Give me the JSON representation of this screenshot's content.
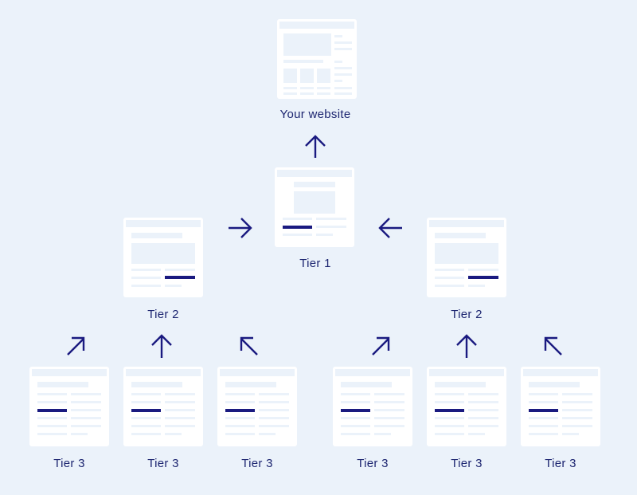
{
  "colors": {
    "background": "#ebf2fa",
    "card": "#ffffff",
    "placeholder": "#ebf2fa",
    "accent": "#1a1a80",
    "label_text": "#1c2570"
  },
  "nodes": {
    "website": {
      "label": "Your website"
    },
    "tier1": {
      "label": "Tier 1"
    },
    "tier2_left": {
      "label": "Tier 2"
    },
    "tier2_right": {
      "label": "Tier 2"
    },
    "tier3": [
      {
        "label": "Tier 3"
      },
      {
        "label": "Tier 3"
      },
      {
        "label": "Tier 3"
      },
      {
        "label": "Tier 3"
      },
      {
        "label": "Tier 3"
      },
      {
        "label": "Tier 3"
      }
    ]
  },
  "arrows": [
    {
      "from": "tier1",
      "to": "website",
      "direction": "up",
      "icon": "arrow-up-icon"
    },
    {
      "from": "tier2_left",
      "to": "tier1",
      "direction": "right",
      "icon": "arrow-right-icon"
    },
    {
      "from": "tier2_right",
      "to": "tier1",
      "direction": "left",
      "icon": "arrow-left-icon"
    },
    {
      "from": "tier3.0",
      "to": "tier2_left",
      "direction": "up-right",
      "icon": "arrow-up-right-icon"
    },
    {
      "from": "tier3.1",
      "to": "tier2_left",
      "direction": "up",
      "icon": "arrow-up-icon"
    },
    {
      "from": "tier3.2",
      "to": "tier2_left",
      "direction": "up-left",
      "icon": "arrow-up-left-icon"
    },
    {
      "from": "tier3.3",
      "to": "tier2_right",
      "direction": "up-right",
      "icon": "arrow-up-right-icon"
    },
    {
      "from": "tier3.4",
      "to": "tier2_right",
      "direction": "up",
      "icon": "arrow-up-icon"
    },
    {
      "from": "tier3.5",
      "to": "tier2_right",
      "direction": "up-left",
      "icon": "arrow-up-left-icon"
    }
  ]
}
